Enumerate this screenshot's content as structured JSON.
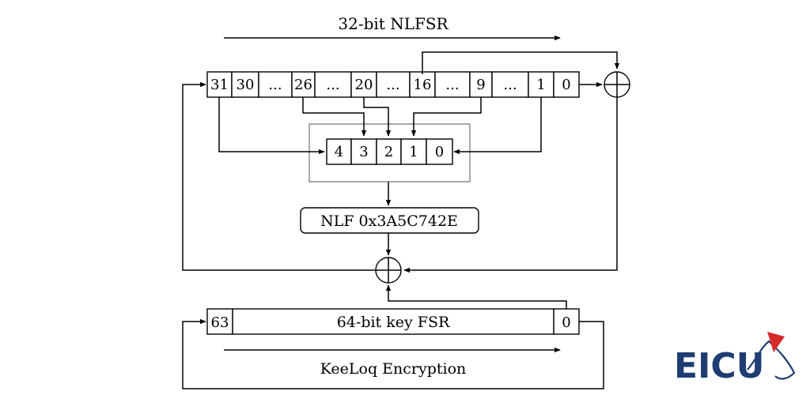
{
  "title": "32-bit NLFSR",
  "nlfsr_cells": [
    "31",
    "30",
    "...",
    "26",
    "...",
    "20",
    "...",
    "16",
    "...",
    "9",
    "...",
    "1",
    "0"
  ],
  "selector_cells": [
    "4",
    "3",
    "2",
    "1",
    "0"
  ],
  "nlf_label": "NLF 0x3A5C742E",
  "key_fsr": {
    "left": "63",
    "label": "64-bit key FSR",
    "right": "0"
  },
  "caption": "KeeLoq Encryption",
  "logo": {
    "text": "EICU",
    "primary": "#1f3d72",
    "accent": "#d62b2b"
  }
}
